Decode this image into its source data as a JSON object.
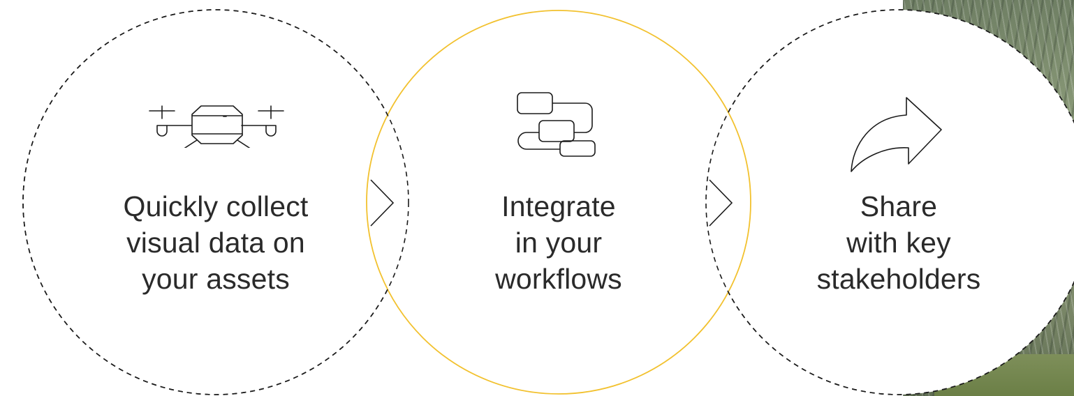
{
  "steps": [
    {
      "lines": [
        "Quickly collect",
        "visual data on",
        "your assets"
      ],
      "icon": "drone-icon"
    },
    {
      "lines": [
        "Integrate",
        "in your",
        "workflows"
      ],
      "icon": "workflow-icon"
    },
    {
      "lines": [
        "Share",
        "with key",
        "stakeholders"
      ],
      "icon": "share-arrow-icon"
    }
  ],
  "colors": {
    "accent": "#f2c12e",
    "line": "#1a1a1a",
    "text": "#2a2a2a"
  }
}
